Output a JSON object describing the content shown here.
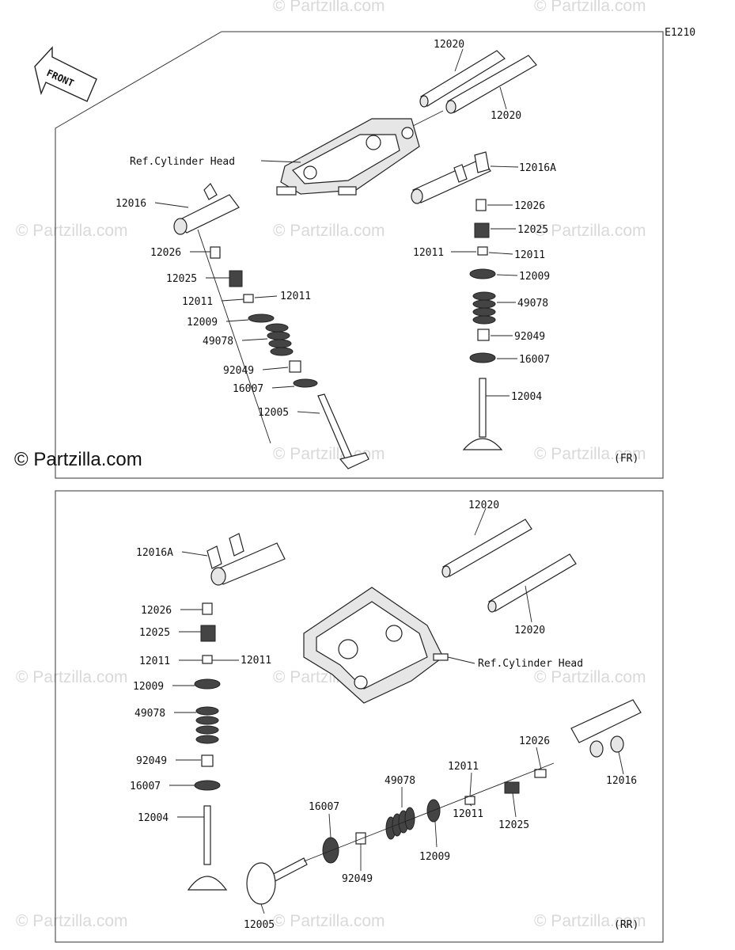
{
  "diagram_code": "E1210",
  "front_label": "FRONT",
  "watermark": "© Partzilla.com",
  "watermark_main": "© Partzilla.com",
  "front_panel": {
    "tag": "(FR)",
    "labels": {
      "rocker_shaft_a": "12020",
      "rocker_shaft_b": "12020",
      "cyl_head": "Ref.Cylinder Head",
      "rocker_arm_l": "12016",
      "rocker_arm_r": "12016A",
      "adjuster_l": "12026",
      "nut_l": "12025",
      "keeper_l1": "12011",
      "keeper_l2": "12011",
      "retainer_l": "12009",
      "spring_l": "49078",
      "seal_l": "92049",
      "seat_l": "16007",
      "valve_l": "12005",
      "adjuster_r": "12026",
      "nut_r": "12025",
      "keeper_r1": "12011",
      "keeper_r2": "12011",
      "retainer_r": "12009",
      "spring_r": "49078",
      "seal_r": "92049",
      "seat_r": "16007",
      "valve_r": "12004"
    }
  },
  "rear_panel": {
    "tag": "(RR)",
    "labels": {
      "rocker_shaft_a": "12020",
      "rocker_shaft_b": "12020",
      "cyl_head": "Ref.Cylinder Head",
      "rocker_arm_l": "12016A",
      "adjuster_l": "12026",
      "nut_l": "12025",
      "keeper_l1": "12011",
      "keeper_l2": "12011",
      "retainer_l": "12009",
      "spring_l": "49078",
      "seal_l": "92049",
      "seat_l": "16007",
      "valve_l": "12004",
      "adjuster_r": "12026",
      "rocker_arm_r": "12016",
      "keeper_r1": "12011",
      "keeper_r2": "12011",
      "nut_r": "12025",
      "spring_r": "49078",
      "seat_r": "16007",
      "retainer_r": "12009",
      "seal_r": "92049",
      "valve_r": "12005"
    }
  }
}
